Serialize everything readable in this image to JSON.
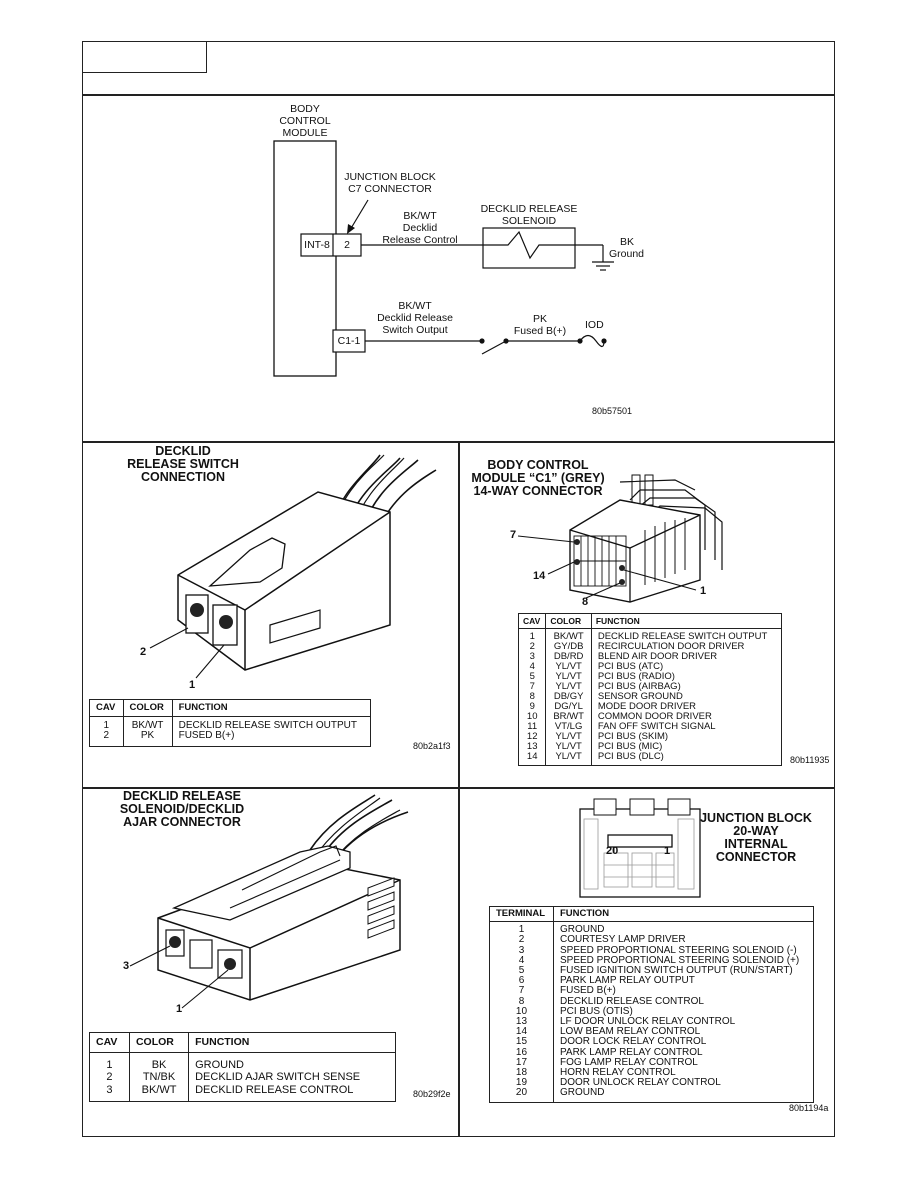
{
  "schematic": {
    "bcm_label": [
      "BODY",
      "CONTROL",
      "MODULE"
    ],
    "jb_connector_label": [
      "JUNCTION BLOCK",
      "C7 CONNECTOR"
    ],
    "int_pin": "INT-8",
    "jb_pin": "2",
    "c1_pin": "C1-1",
    "release_wire": [
      "BK/WT",
      "Decklid",
      "Release Control"
    ],
    "solenoid_label": [
      "DECKLID RELEASE",
      "SOLENOID"
    ],
    "ground_label": [
      "BK",
      "Ground"
    ],
    "switch_wire": [
      "BK/WT",
      "Decklid Release",
      "Switch Output"
    ],
    "fused_label": [
      "PK",
      "Fused B(+)"
    ],
    "iod_label": "IOD",
    "figure_code": "80b57501"
  },
  "switch_connector": {
    "title": [
      "DECKLID",
      "RELEASE SWITCH",
      "CONNECTION"
    ],
    "callouts": [
      "2",
      "1"
    ],
    "headers": [
      "CAV",
      "COLOR",
      "FUNCTION"
    ],
    "rows": [
      {
        "cav": "1",
        "color": "BK/WT",
        "function": "DECKLID RELEASE SWITCH OUTPUT"
      },
      {
        "cav": "2",
        "color": "PK",
        "function": "FUSED B(+)"
      }
    ],
    "figure_code": "80b2a1f3"
  },
  "bcm_connector": {
    "title": [
      "BODY CONTROL",
      "MODULE “C1” (GREY)",
      "14-WAY CONNECTOR"
    ],
    "callouts": [
      "7",
      "14",
      "1",
      "8"
    ],
    "headers": [
      "CAV",
      "COLOR",
      "FUNCTION"
    ],
    "rows": [
      {
        "cav": "1",
        "color": "BK/WT",
        "function": "DECKLID RELEASE SWITCH OUTPUT"
      },
      {
        "cav": "2",
        "color": "GY/DB",
        "function": "RECIRCULATION DOOR DRIVER"
      },
      {
        "cav": "3",
        "color": "DB/RD",
        "function": "BLEND AIR DOOR DRIVER"
      },
      {
        "cav": "4",
        "color": "YL/VT",
        "function": "PCI BUS (ATC)"
      },
      {
        "cav": "5",
        "color": "YL/VT",
        "function": "PCI BUS (RADIO)"
      },
      {
        "cav": "7",
        "color": "YL/VT",
        "function": "PCI BUS (AIRBAG)"
      },
      {
        "cav": "8",
        "color": "DB/GY",
        "function": "SENSOR GROUND"
      },
      {
        "cav": "9",
        "color": "DG/YL",
        "function": "MODE DOOR DRIVER"
      },
      {
        "cav": "10",
        "color": "BR/WT",
        "function": "COMMON DOOR DRIVER"
      },
      {
        "cav": "11",
        "color": "VT/LG",
        "function": "FAN OFF SWITCH SIGNAL"
      },
      {
        "cav": "12",
        "color": "YL/VT",
        "function": "PCI BUS (SKIM)"
      },
      {
        "cav": "13",
        "color": "YL/VT",
        "function": "PCI BUS (MIC)"
      },
      {
        "cav": "14",
        "color": "YL/VT",
        "function": "PCI BUS (DLC)"
      }
    ],
    "figure_code": "80b11935"
  },
  "solenoid_connector": {
    "title": [
      "DECKLID RELEASE",
      "SOLENOID/DECKLID",
      "AJAR CONNECTOR"
    ],
    "callouts": [
      "3",
      "1"
    ],
    "headers": [
      "CAV",
      "COLOR",
      "FUNCTION"
    ],
    "rows": [
      {
        "cav": "1",
        "color": "BK",
        "function": "GROUND"
      },
      {
        "cav": "2",
        "color": "TN/BK",
        "function": "DECKLID AJAR SWITCH SENSE"
      },
      {
        "cav": "3",
        "color": "BK/WT",
        "function": "DECKLID RELEASE CONTROL"
      }
    ],
    "figure_code": "80b29f2e"
  },
  "junction_block": {
    "title": [
      "JUNCTION BLOCK",
      "20-WAY",
      "INTERNAL",
      "CONNECTOR"
    ],
    "callouts": [
      "20",
      "1"
    ],
    "headers": [
      "TERMINAL",
      "FUNCTION"
    ],
    "rows": [
      {
        "terminal": "1",
        "function": "GROUND"
      },
      {
        "terminal": "2",
        "function": "COURTESY LAMP DRIVER"
      },
      {
        "terminal": "3",
        "function": "SPEED PROPORTIONAL STEERING SOLENOID (-)"
      },
      {
        "terminal": "4",
        "function": "SPEED PROPORTIONAL STEERING SOLENOID (+)"
      },
      {
        "terminal": "5",
        "function": "FUSED IGNITION SWITCH OUTPUT (RUN/START)"
      },
      {
        "terminal": "6",
        "function": "PARK LAMP RELAY OUTPUT"
      },
      {
        "terminal": "7",
        "function": "FUSED B(+)"
      },
      {
        "terminal": "8",
        "function": "DECKLID RELEASE CONTROL"
      },
      {
        "terminal": "10",
        "function": "PCI BUS (OTIS)"
      },
      {
        "terminal": "13",
        "function": "LF DOOR UNLOCK RELAY CONTROL"
      },
      {
        "terminal": "14",
        "function": "LOW BEAM RELAY CONTROL"
      },
      {
        "terminal": "15",
        "function": "DOOR LOCK RELAY CONTROL"
      },
      {
        "terminal": "16",
        "function": "PARK LAMP RELAY CONTROL"
      },
      {
        "terminal": "17",
        "function": "FOG LAMP RELAY CONTROL"
      },
      {
        "terminal": "18",
        "function": "HORN RELAY CONTROL"
      },
      {
        "terminal": "19",
        "function": "DOOR UNLOCK RELAY CONTROL"
      },
      {
        "terminal": "20",
        "function": "GROUND"
      }
    ],
    "figure_code": "80b1194a"
  }
}
